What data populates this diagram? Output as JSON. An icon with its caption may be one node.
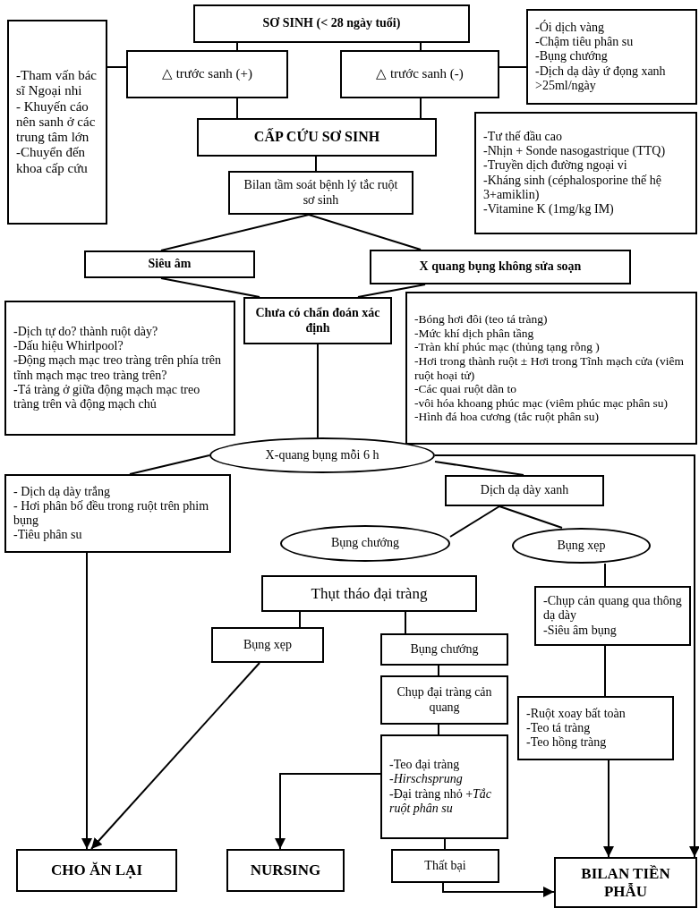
{
  "diagram": {
    "nodes": [
      {
        "text": [
          "SƠ SINH (< 28 ngày tuổi)"
        ]
      },
      {
        "text": [
          "-Tham vấn bác sĩ Ngoại nhi",
          "- Khuyến cáo nên sanh ở các trung tâm lớn",
          "-Chuyển đến khoa cấp cứu"
        ]
      },
      {
        "text": [
          "△ trước sanh (+)"
        ]
      },
      {
        "text": [
          "△ trước sanh (-)"
        ]
      },
      {
        "text": [
          "-Ói dịch vàng",
          "-Chậm tiêu phân su",
          "-Bụng chướng",
          "-Dịch dạ dày ứ đọng xanh >25ml/ngày"
        ]
      },
      {
        "text": [
          "CẤP CỨU SƠ SINH"
        ]
      },
      {
        "text": [
          "-Tư thế đầu cao",
          "-Nhịn + Sonde nasogastrique (TTQ)",
          "-Truyền dịch đường ngoại vi",
          "-Kháng sinh (céphalosporine thế hệ 3+amiklin)",
          "-Vitamine K (1mg/kg IM)"
        ]
      },
      {
        "text": [
          "Bilan tầm soát bệnh lý tắc ruột sơ sinh"
        ]
      },
      {
        "text": [
          "Siêu âm"
        ]
      },
      {
        "text": [
          "X quang bụng không sửa soạn"
        ]
      },
      {
        "text": [
          "-Dịch tự do? thành ruột dày?",
          "-Dấu hiệu Whirlpool?",
          "-Động mạch mạc treo tràng trên phía trên tĩnh mạch mạc treo tràng trên?",
          "-Tá tràng ở giữa động mạch mạc treo tràng trên và động mạch chủ"
        ]
      },
      {
        "text": [
          "Chưa có chẩn đoán xác định"
        ]
      },
      {
        "text": [
          "-Bóng hơi đôi (teo tá tràng)",
          "-Mức khí dịch phân tầng",
          "-Tràn khí phúc mạc (thủng tạng rỗng )",
          "-Hơi trong thành ruột ± Hơi trong Tĩnh mạch cửa (viêm ruột hoại tử)",
          "-Các quai ruột dãn to",
          "-vôi hóa khoang phúc mạc (viêm phúc mạc phân su)",
          "-Hình đá hoa cương (tắc ruột phân su)"
        ]
      },
      {
        "text": [
          "X-quang bụng mỗi 6 h"
        ]
      },
      {
        "text": [
          "- Dịch dạ dày trắng",
          "- Hơi phân bố đều trong ruột trên phim bụng",
          "-Tiêu phân su"
        ]
      },
      {
        "text": [
          "Dịch dạ dày xanh"
        ]
      },
      {
        "text": [
          "Bụng chướng"
        ]
      },
      {
        "text": [
          "Bụng xẹp"
        ]
      },
      {
        "text": [
          "Thụt tháo đại tràng"
        ]
      },
      {
        "text": [
          "Bụng xẹp"
        ]
      },
      {
        "text": [
          "Bụng chướng"
        ]
      },
      {
        "text": [
          "Chụp đại tràng cản quang"
        ]
      },
      {
        "text": [
          "-Teo đại tràng",
          "-*Hirschsprung*",
          "-Đại tràng nhỏ +*Tắc ruột phân su*"
        ]
      },
      {
        "text": [
          "-Chụp cản quang qua thông dạ dày",
          "-Siêu âm bụng"
        ]
      },
      {
        "text": [
          "-Ruột xoay bất toàn",
          "-Teo tá tràng",
          "-Teo hồng tràng"
        ]
      },
      {
        "text": [
          "CHO ĂN LẠI"
        ]
      },
      {
        "text": [
          "NURSING"
        ]
      },
      {
        "text": [
          "Thất bại"
        ]
      },
      {
        "text": [
          "BILAN TIỀN PHẪU"
        ]
      }
    ],
    "edges": [
      {
        "from": 0,
        "to": 2,
        "arrow": "none"
      },
      {
        "from": 0,
        "to": 3,
        "arrow": "none"
      },
      {
        "from": 1,
        "to": 2,
        "arrow": "none"
      },
      {
        "from": 3,
        "to": 4,
        "arrow": "none"
      },
      {
        "from": 2,
        "to": 5,
        "arrow": "none"
      },
      {
        "from": 3,
        "to": 5,
        "arrow": "none"
      },
      {
        "from": 5,
        "to": 7,
        "arrow": "none"
      },
      {
        "from": 7,
        "to": 8,
        "arrow": "none"
      },
      {
        "from": 7,
        "to": 9,
        "arrow": "none"
      },
      {
        "from": 8,
        "to": 11,
        "arrow": "none"
      },
      {
        "from": 9,
        "to": 11,
        "arrow": "none"
      },
      {
        "from": 11,
        "to": 13,
        "arrow": "none"
      },
      {
        "from": 13,
        "to": 14,
        "arrow": "none"
      },
      {
        "from": 13,
        "to": 15,
        "arrow": "none"
      },
      {
        "from": 15,
        "to": 16,
        "arrow": "none"
      },
      {
        "from": 15,
        "to": 17,
        "arrow": "none"
      },
      {
        "from": 17,
        "to": 23,
        "arrow": "none"
      },
      {
        "from": 23,
        "to": 24,
        "arrow": "none"
      },
      {
        "from": 24,
        "to": 28,
        "arrow": "to"
      },
      {
        "from": 18,
        "to": 19,
        "arrow": "none"
      },
      {
        "from": 18,
        "to": 20,
        "arrow": "none"
      },
      {
        "from": 20,
        "to": 21,
        "arrow": "none"
      },
      {
        "from": 21,
        "to": 22,
        "arrow": "none"
      },
      {
        "from": 22,
        "to": 26,
        "arrow": "to"
      },
      {
        "from": 22,
        "to": 27,
        "arrow": "none"
      },
      {
        "from": 27,
        "to": 28,
        "arrow": "to"
      },
      {
        "from": 14,
        "to": 25,
        "arrow": "to"
      },
      {
        "from": 19,
        "to": 25,
        "arrow": "to"
      },
      {
        "from": 13,
        "to": 28,
        "arrow": "to"
      }
    ]
  }
}
